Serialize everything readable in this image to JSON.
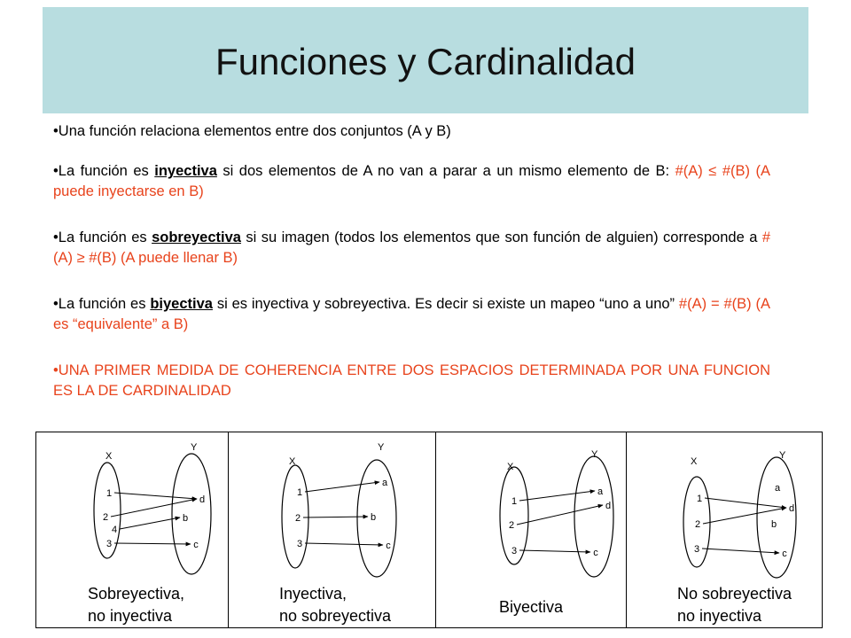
{
  "title": "Funciones y Cardinalidad",
  "bullets": {
    "b1": "Una función relaciona elementos entre dos conjuntos (A y B)",
    "b2_pre": "La función es ",
    "b2_term": "inyectiva",
    "b2_mid": " si dos elementos de A no van a parar a un mismo elemento de B: ",
    "b2_red": "#(A) ≤ #(B) (A puede inyectarse en B)",
    "b3_pre": "La función es ",
    "b3_term": "sobreyectiva",
    "b3_mid": " si su imagen (todos los elementos que son función de alguien) corresponde a ",
    "b3_red": "#(A) ≥ #(B) (A puede llenar B)",
    "b4_pre": "La función es ",
    "b4_term": "biyectiva",
    "b4_mid": " si es inyectiva y sobreyectiva. Es decir si existe un mapeo “uno a uno” ",
    "b4_red": "#(A) = #(B) (A es “equivalente” a B)",
    "b5": "UNA PRIMER MEDIDA DE COHERENCIA ENTRE DOS ESPACIOS DETERMINADA POR UNA FUNCION ES LA DE CARDINALIDAD"
  },
  "set_labels": {
    "x": "X",
    "y": "Y"
  },
  "panels": [
    {
      "caption1": "Sobreyectiva,",
      "caption2": "no inyectiva",
      "domain": [
        "1",
        "2",
        "4",
        "3"
      ],
      "codomain": [
        "d",
        "b",
        "c"
      ]
    },
    {
      "caption1": "Inyectiva,",
      "caption2": "no sobreyectiva",
      "domain": [
        "1",
        "2",
        "3"
      ],
      "codomain": [
        "a",
        "b",
        "c"
      ]
    },
    {
      "caption1": "Biyectiva",
      "caption2": "",
      "domain": [
        "1",
        "2",
        "3"
      ],
      "codomain": [
        "a",
        "d",
        "c"
      ]
    },
    {
      "caption1": "No sobreyectiva",
      "caption2": "no inyectiva",
      "domain": [
        "1",
        "2",
        "3"
      ],
      "codomain": [
        "a",
        "d",
        "b",
        "c"
      ]
    }
  ]
}
